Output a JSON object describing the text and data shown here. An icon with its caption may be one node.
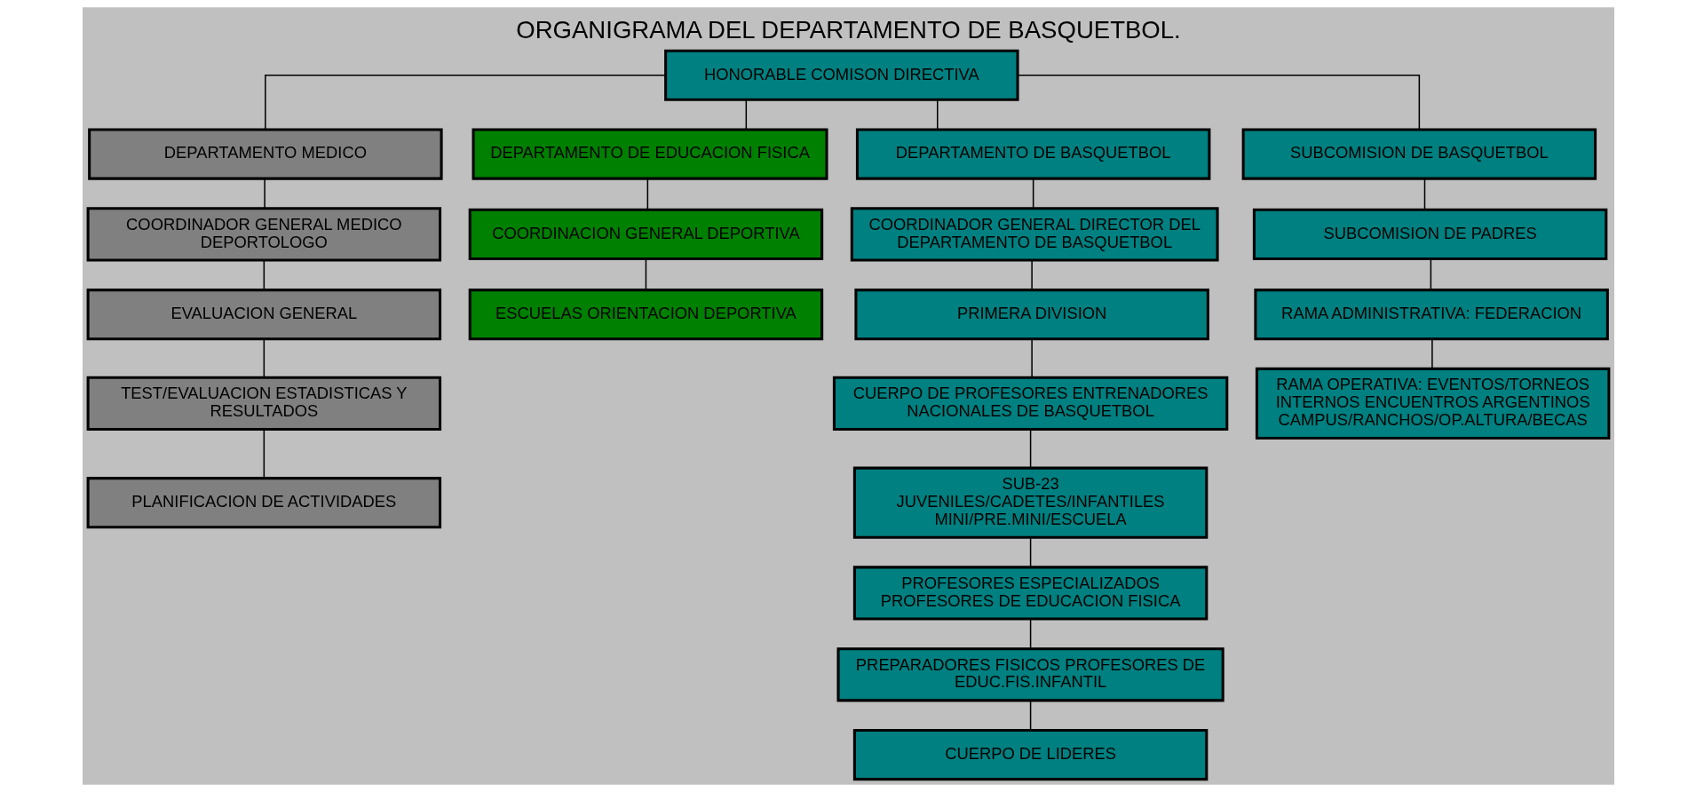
{
  "diagram": {
    "title": "ORGANIGRAMA DEL DEPARTAMENTO DE BASQUETBOL.",
    "nodes": [
      {
        "text": [
          "HONORABLE COMISON DIRECTIVA"
        ]
      },
      {
        "text": [
          "DEPARTAMENTO MEDICO"
        ]
      },
      {
        "text": [
          "DEPARTAMENTO DE EDUCACION FISICA"
        ]
      },
      {
        "text": [
          "DEPARTAMENTO DE BASQUETBOL"
        ]
      },
      {
        "text": [
          "SUBCOMISION DE BASQUETBOL"
        ]
      },
      {
        "text": [
          "COORDINADOR GENERAL MEDICO DEPORTOLOGO"
        ]
      },
      {
        "text": [
          "EVALUACION GENERAL"
        ]
      },
      {
        "text": [
          "TEST/EVALUACION ESTADISTICAS Y RESULTADOS"
        ]
      },
      {
        "text": [
          "PLANIFICACION DE ACTIVIDADES"
        ]
      },
      {
        "text": [
          "COORDINACION GENERAL DEPORTIVA"
        ]
      },
      {
        "text": [
          "ESCUELAS ORIENTACION DEPORTIVA"
        ]
      },
      {
        "text": [
          "COORDINADOR GENERAL DIRECTOR DEL DEPARTAMENTO DE BASQUETBOL"
        ]
      },
      {
        "text": [
          "PRIMERA DIVISION"
        ]
      },
      {
        "text": [
          "CUERPO DE PROFESORES ENTRENADORES NACIONALES DE BASQUETBOL"
        ]
      },
      {
        "text": [
          "SUB-23 JUVENILES/CADETES/INFANTILES MINI/PRE.MINI/ESCUELA"
        ]
      },
      {
        "text": [
          "PROFESORES ESPECIALIZADOS PROFESORES DE EDUCACION FISICA"
        ]
      },
      {
        "text": [
          "PREPARADORES FISICOS PROFESORES DE EDUC.FIS.INFANTIL"
        ]
      },
      {
        "text": [
          "CUERPO DE LIDERES"
        ]
      },
      {
        "text": [
          "SUBCOMISION DE PADRES"
        ]
      },
      {
        "text": [
          "RAMA ADMINISTRATIVA: FEDERACION"
        ]
      },
      {
        "text": [
          "RAMA OPERATIVA: EVENTOS/TORNEOS INTERNOS ENCUENTROS ARGENTINOS CAMPUS/RANCHOS/OP.ALTURA/BECAS"
        ]
      }
    ],
    "edges": [
      {
        "from": 0,
        "to": 1,
        "arrow": "none"
      },
      {
        "from": 0,
        "to": 2,
        "arrow": "none"
      },
      {
        "from": 0,
        "to": 3,
        "arrow": "none"
      },
      {
        "from": 0,
        "to": 4,
        "arrow": "none"
      },
      {
        "from": 1,
        "to": 5,
        "arrow": "none"
      },
      {
        "from": 5,
        "to": 6,
        "arrow": "none"
      },
      {
        "from": 6,
        "to": 7,
        "arrow": "none"
      },
      {
        "from": 7,
        "to": 8,
        "arrow": "none"
      },
      {
        "from": 2,
        "to": 9,
        "arrow": "none"
      },
      {
        "from": 9,
        "to": 10,
        "arrow": "none"
      },
      {
        "from": 3,
        "to": 11,
        "arrow": "none"
      },
      {
        "from": 11,
        "to": 12,
        "arrow": "none"
      },
      {
        "from": 12,
        "to": 13,
        "arrow": "none"
      },
      {
        "from": 13,
        "to": 14,
        "arrow": "none"
      },
      {
        "from": 14,
        "to": 15,
        "arrow": "none"
      },
      {
        "from": 15,
        "to": 16,
        "arrow": "none"
      },
      {
        "from": 16,
        "to": 17,
        "arrow": "none"
      },
      {
        "from": 4,
        "to": 18,
        "arrow": "none"
      },
      {
        "from": 18,
        "to": 19,
        "arrow": "none"
      },
      {
        "from": 19,
        "to": 20,
        "arrow": "none"
      }
    ]
  }
}
